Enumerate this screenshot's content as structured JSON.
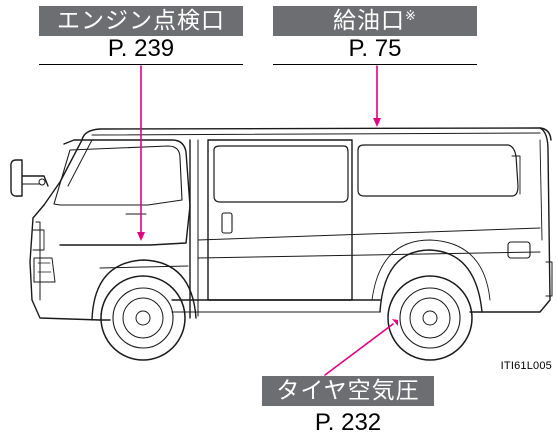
{
  "callouts": [
    {
      "id": "engine",
      "label": "エンジン点検口",
      "page": "P. 239"
    },
    {
      "id": "fuel",
      "label": "給油口",
      "label_mark": "※",
      "page": "P. 75"
    },
    {
      "id": "tire",
      "label": "タイヤ空気圧",
      "page": "P. 232"
    }
  ],
  "figure_id": "ITI61L005",
  "colors": {
    "label_bg": "#6d6e71",
    "label_text": "#ffffff",
    "leader_line": "#e5007f",
    "outline": "#1a1a1a"
  }
}
